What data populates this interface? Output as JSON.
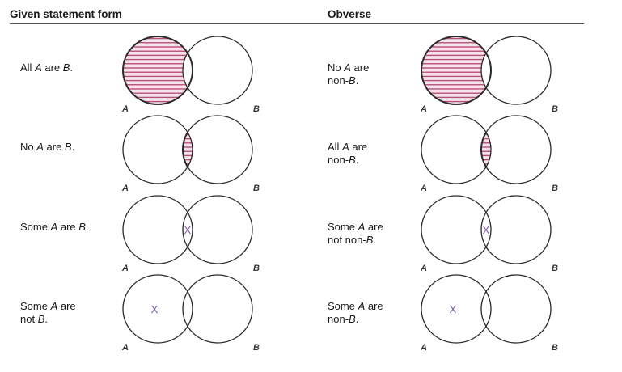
{
  "headers": {
    "left": "Given statement form",
    "right": "Obverse"
  },
  "circle_labels": {
    "a": "A",
    "b": "B"
  },
  "x_mark": "X",
  "colors": {
    "stroke": "#2a2a2a",
    "hatch": "#b0456e",
    "mark": "#7a55a6"
  },
  "rows": [
    {
      "given": {
        "lines": [
          [
            "All ",
            "A",
            " are ",
            "B",
            "."
          ]
        ],
        "shade": "a-only",
        "mark": "none"
      },
      "obverse": {
        "lines": [
          [
            "No ",
            "A",
            " are"
          ],
          [
            "non-",
            "B",
            "."
          ]
        ],
        "shade": "a-only",
        "mark": "none"
      }
    },
    {
      "given": {
        "lines": [
          [
            "No ",
            "A",
            " are ",
            "B",
            "."
          ]
        ],
        "shade": "overlap",
        "mark": "none"
      },
      "obverse": {
        "lines": [
          [
            "All ",
            "A",
            " are"
          ],
          [
            "non-",
            "B",
            "."
          ]
        ],
        "shade": "overlap",
        "mark": "none"
      }
    },
    {
      "given": {
        "lines": [
          [
            "Some ",
            "A",
            " are ",
            "B",
            "."
          ]
        ],
        "shade": "none",
        "mark": "overlap"
      },
      "obverse": {
        "lines": [
          [
            "Some ",
            "A",
            " are"
          ],
          [
            "not non-",
            "B",
            "."
          ]
        ],
        "shade": "none",
        "mark": "overlap"
      }
    },
    {
      "given": {
        "lines": [
          [
            "Some ",
            "A",
            " are"
          ],
          [
            "not ",
            "B",
            "."
          ]
        ],
        "shade": "none",
        "mark": "a-only"
      },
      "obverse": {
        "lines": [
          [
            "Some ",
            "A",
            " are"
          ],
          [
            "non-",
            "B",
            "."
          ]
        ],
        "shade": "none",
        "mark": "a-only"
      }
    }
  ]
}
